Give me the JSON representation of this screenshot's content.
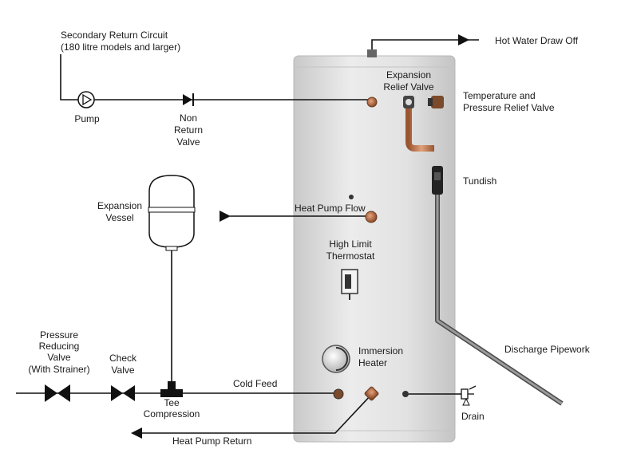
{
  "labels": {
    "secondary_return": [
      "Secondary Return Circuit",
      "(180 litre models and larger)"
    ],
    "hot_water_draw_off": "Hot Water Draw Off",
    "expansion_relief_valve": [
      "Expansion",
      "Relief Valve"
    ],
    "temp_pressure_relief_valve": [
      "Temperature and",
      "Pressure Relief Valve"
    ],
    "pump": "Pump",
    "non_return_valve": [
      "Non",
      "Return",
      "Valve"
    ],
    "tundish": "Tundish",
    "expansion_vessel": [
      "Expansion",
      "Vessel"
    ],
    "heat_pump_flow": "Heat Pump Flow",
    "high_limit_thermostat": [
      "High Limit",
      "Thermostat"
    ],
    "pressure_reducing_valve": [
      "Pressure",
      "Reducing",
      "Valve",
      "(With Strainer)"
    ],
    "check_valve": [
      "Check",
      "Valve"
    ],
    "immersion_heater": [
      "Immersion",
      "Heater"
    ],
    "discharge_pipework": "Discharge Pipework",
    "cold_feed": "Cold Feed",
    "tee_compression": [
      "Tee",
      "Compression"
    ],
    "drain": "Drain",
    "heat_pump_return": "Heat Pump Return"
  },
  "colors": {
    "cylinder": "#dcdcdc",
    "pipe": "#111111",
    "copper": "#c47a4a",
    "discharge": "#7a7a7a"
  }
}
